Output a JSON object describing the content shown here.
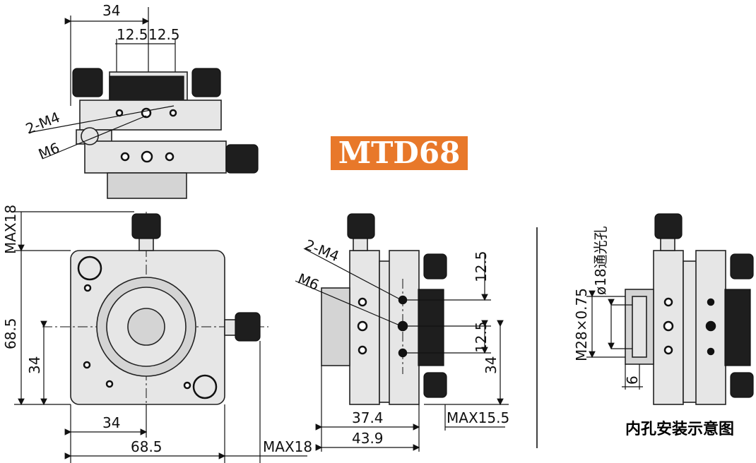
{
  "title": "MTD68",
  "colors": {
    "badge_bg": "#e8782a",
    "badge_text": "#ffffff"
  },
  "top_view": {
    "dim_width": "34",
    "dim_left": "12.5",
    "dim_right": "12.5",
    "callout_m4": "2-M4",
    "callout_m6": "M6"
  },
  "front_view": {
    "dim_top_max": "MAX18",
    "dim_height": "68.5",
    "dim_half_height": "34",
    "dim_half_width": "34",
    "dim_width": "68.5",
    "dim_right_max": "MAX18"
  },
  "side_view": {
    "callout_m4": "2-M4",
    "callout_m6": "M6",
    "dim_upper": "12.5",
    "dim_lower": "12.5",
    "dim_height": "34",
    "dim_37": "37.4",
    "dim_43": "43.9",
    "dim_max": "MAX15.5"
  },
  "install_view": {
    "dim_bore": "ø18通光孔",
    "dim_thread": "M28×0.75",
    "dim_depth": "6",
    "caption": "内孔安装示意图"
  }
}
